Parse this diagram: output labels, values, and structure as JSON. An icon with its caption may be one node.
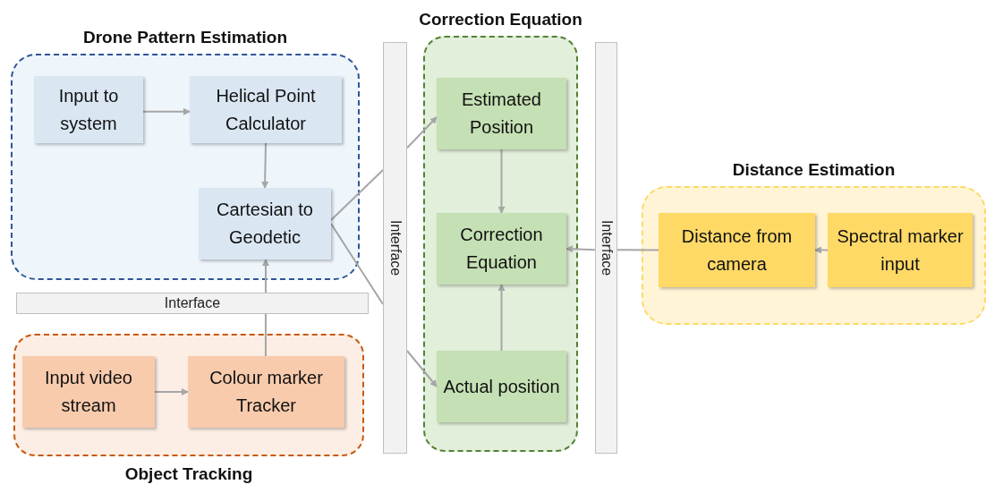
{
  "diagram": {
    "nodes": [
      {
        "text": [
          "Drone Pattern Estimation"
        ]
      },
      {
        "text": [
          "Input to system"
        ],
        "in": 0
      },
      {
        "text": [
          "Helical Point Calculator"
        ],
        "in": 0
      },
      {
        "text": [
          "Cartesian to Geodetic"
        ],
        "in": 0
      },
      {
        "text": [
          "Interface"
        ]
      },
      {
        "text": [
          "Object Tracking"
        ]
      },
      {
        "text": [
          "Input video stream"
        ],
        "in": 5
      },
      {
        "text": [
          "Colour marker Tracker"
        ],
        "in": 5
      },
      {
        "text": [
          "Interface"
        ]
      },
      {
        "text": [
          "Correction Equation"
        ]
      },
      {
        "text": [
          "Estimated Position"
        ],
        "in": 9
      },
      {
        "text": [
          "Correction Equation"
        ],
        "in": 9
      },
      {
        "text": [
          "Actual position"
        ],
        "in": 9
      },
      {
        "text": [
          "Interface"
        ]
      },
      {
        "text": [
          "Distance Estimation"
        ]
      },
      {
        "text": [
          "Distance from camera"
        ],
        "in": 14
      },
      {
        "text": [
          "Spectral marker input"
        ],
        "in": 14
      }
    ],
    "edges": [
      {
        "from": 1,
        "to": 2,
        "arrow": "to"
      },
      {
        "from": 2,
        "to": 3,
        "arrow": "to"
      },
      {
        "from": 3,
        "to": 8,
        "arrow": "none"
      },
      {
        "from": 8,
        "to": 10,
        "arrow": "to"
      },
      {
        "from": 3,
        "to": 8,
        "arrow": "none"
      },
      {
        "from": 8,
        "to": 12,
        "arrow": "to"
      },
      {
        "from": 6,
        "to": 7,
        "arrow": "to"
      },
      {
        "from": 7,
        "to": 4,
        "arrow": "none"
      },
      {
        "from": 4,
        "to": 3,
        "arrow": "to"
      },
      {
        "from": 10,
        "to": 11,
        "arrow": "to"
      },
      {
        "from": 12,
        "to": 11,
        "arrow": "to"
      },
      {
        "from": 16,
        "to": 15,
        "arrow": "to"
      },
      {
        "from": 15,
        "to": 13,
        "arrow": "none"
      },
      {
        "from": 13,
        "to": 11,
        "arrow": "to"
      }
    ]
  }
}
